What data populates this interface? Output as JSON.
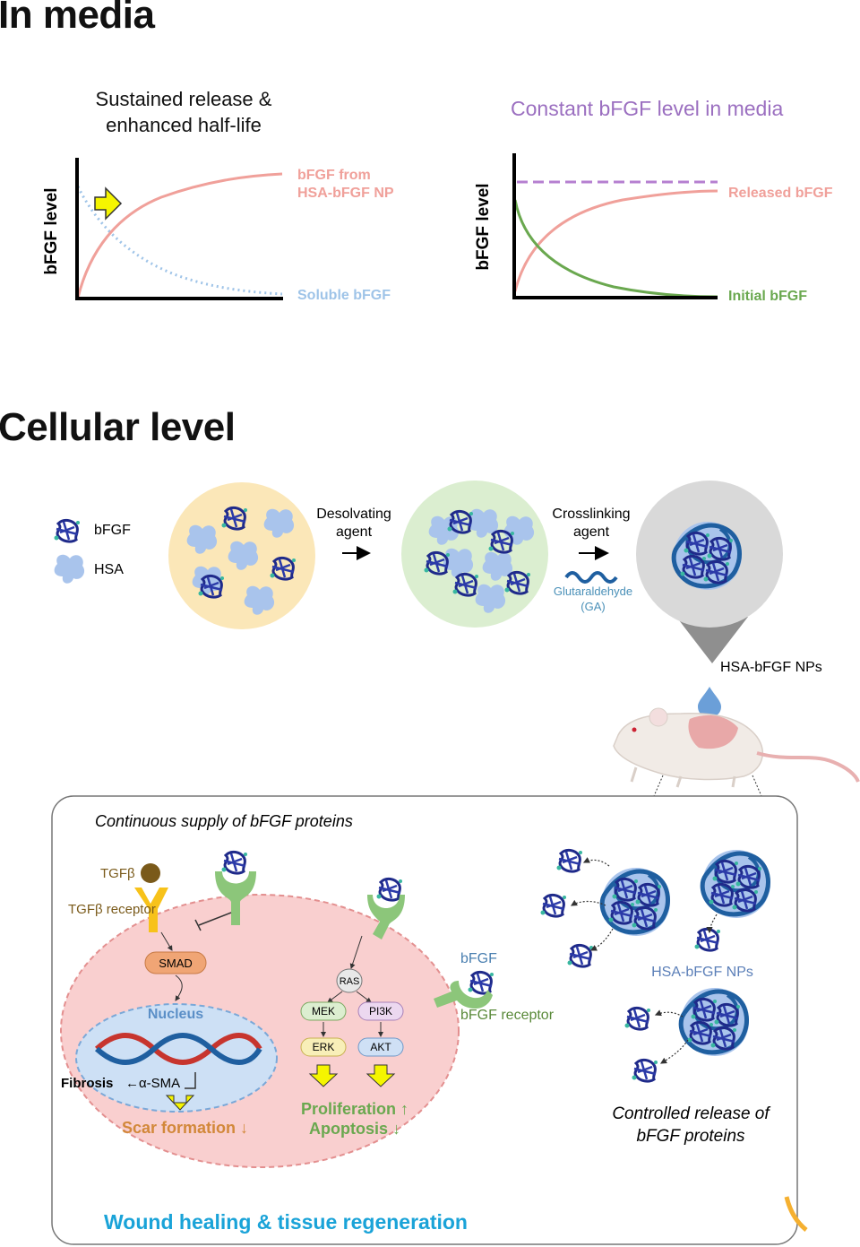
{
  "sections": {
    "media_title": "In media",
    "cellular_title": "Cellular level"
  },
  "media": {
    "left_chart": {
      "title_line1": "Sustained release &",
      "title_line2": "enhanced half-life",
      "ylabel": "bFGF level",
      "series_np_line1": "bFGF from",
      "series_np_line2": "HSA-bFGF NP",
      "series_soluble": "Soluble bFGF"
    },
    "right_chart": {
      "title": "Constant bFGF level in media",
      "ylabel": "bFGF level",
      "series_released": "Released bFGF",
      "series_initial": "Initial bFGF"
    }
  },
  "cellular": {
    "legend": {
      "bfgf": "bFGF",
      "hsa": "HSA"
    },
    "step1_line1": "Desolvating",
    "step1_line2": "agent",
    "step2_line1": "Crosslinking",
    "step2_line2": "agent",
    "ga_line1": "Glutaraldehyde",
    "ga_line2": "(GA)",
    "nps_label": "HSA-bFGF NPs"
  },
  "panel": {
    "supply_title": "Continuous supply of bFGF proteins",
    "tgfb": "TGFβ",
    "tgfb_receptor": "TGFβ receptor",
    "smad": "SMAD",
    "nucleus": "Nucleus",
    "fibrosis": "Fibrosis",
    "asma": "←α-SMA",
    "scar": "Scar formation ↓",
    "ras": "RAS",
    "mek": "MEK",
    "pi3k": "PI3K",
    "erk": "ERK",
    "akt": "AKT",
    "prolif": "Proliferation ↑",
    "apopt": "Apoptosis ↓",
    "bfgf": "bFGF",
    "bfgf_receptor": "bFGF receptor",
    "nps": "HSA-bFGF NPs",
    "release_line1": "Controlled release of",
    "release_line2": "bFGF proteins",
    "wound": "Wound healing & tissue regeneration"
  },
  "colors": {
    "np_curve": "#f0a09a",
    "soluble_curve": "#9fc4e8",
    "released_curve": "#f0a09a",
    "initial_curve": "#6aa84f",
    "constant_line": "#b57fd0",
    "constant_title": "#9b6fc0",
    "hsa_blue": "#a9c4ec",
    "protein_navy": "#1f2a8a",
    "yellow_arrow": "#f5f500",
    "cell_pink": "#f9cfcf",
    "wound_text": "#1aa3d8",
    "green_text": "#6aa84f",
    "orange_text": "#d2883a"
  }
}
